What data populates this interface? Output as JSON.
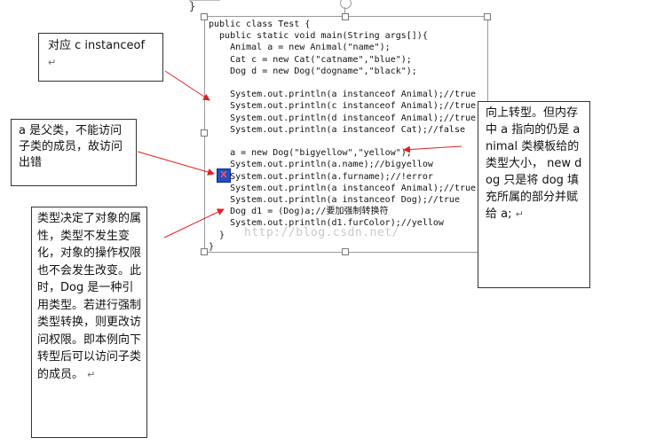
{
  "page": {
    "top_brace": "}"
  },
  "code": {
    "lines": [
      "public class Test {",
      "  public static void main(String args[]){",
      "    Animal a = new Animal(\"name\");",
      "    Cat c = new Cat(\"catname\",\"blue\");",
      "    Dog d = new Dog(\"dogname\",\"black\");",
      "",
      "    System.out.println(a instanceof Animal);//true",
      "    System.out.println(c instanceof Animal);//true",
      "    System.out.println(d instanceof Animal);//true",
      "    System.out.println(a instanceof Cat);//false",
      "",
      "    a = new Dog(\"bigyellow\",\"yellow\");",
      "    System.out.println(a.name);//bigyellow",
      "    System.out.println(a.furname);//!error",
      "    System.out.println(a instanceof Animal);//true",
      "    System.out.println(a instanceof Dog);//true",
      "    Dog d1 = (Dog)a;//要加强制转换符",
      "    System.out.println(d1.furColor);//yellow",
      "  }",
      "}"
    ],
    "watermark": "http://blog.csdn.net/",
    "error_icon": "X"
  },
  "notes": {
    "note1": "对应 c instanceof",
    "note2": "a 是父类，不能访问子类的成员，故访问出错",
    "note3": "类型决定了对象的属性，类型不发生变化，对象的操作权限也不会发生改变。此时，Dog 是一种引用类型。若进行强制类型转换，则更改访问权限。即本例向下转型后可以访问子类的成员。",
    "note4": "向上转型。但内存中 a 指向的仍是 animal 类模板给的类型大小， new dog 只是将 dog 填充所属的部分并赋给 a;"
  },
  "paragraph_mark": "↵",
  "colors": {
    "arrow": "#e02020",
    "border": "#333333"
  }
}
